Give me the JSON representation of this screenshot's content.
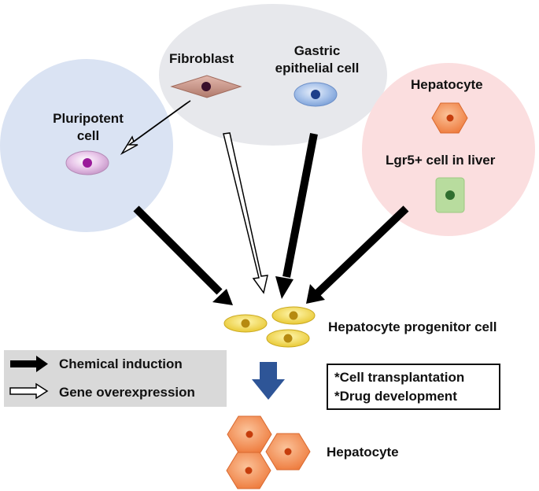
{
  "labels": {
    "fibroblast": "Fibroblast",
    "gastric_line1": "Gastric",
    "gastric_line2": "epithelial cell",
    "pluripotent_line1": "Pluripotent",
    "pluripotent_line2": "cell",
    "hepatocyte_source": "Hepatocyte",
    "lgr5": "Lgr5+ cell in liver",
    "progenitor": "Hepatocyte progenitor cell",
    "hepatocyte_result": "Hepatocyte"
  },
  "legend": {
    "chemical": "Chemical induction",
    "gene": "Gene overexpression"
  },
  "applications": {
    "line1": "*Cell transplantation",
    "line2": "*Drug development"
  },
  "colors": {
    "pluripotent_bg": "#dae3f3",
    "fibro_gastric_bg": "#e7e8ec",
    "liver_bg": "#fbdedf",
    "progenitor_cell": "#f4e56a",
    "hepatocyte_cell": "#f7955d",
    "down_arrow": "#2e5597"
  }
}
